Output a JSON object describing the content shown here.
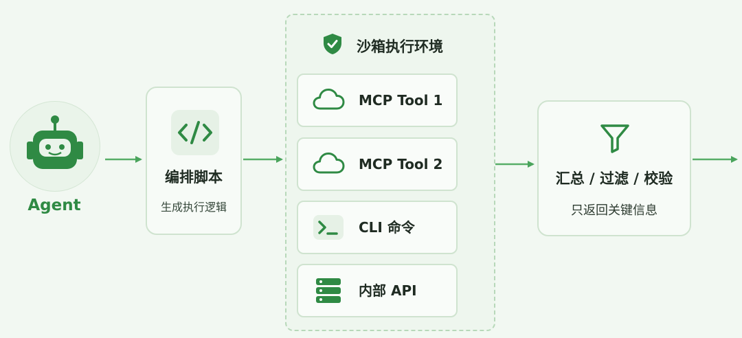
{
  "agent": {
    "label": "Agent",
    "icon": "robot-icon"
  },
  "script": {
    "title": "编排脚本",
    "subtitle": "生成执行逻辑",
    "icon": "code-icon"
  },
  "sandbox": {
    "title": "沙箱执行环境",
    "icon": "shield-check-icon",
    "tools": [
      {
        "label": "MCP Tool 1",
        "icon": "cloud-icon"
      },
      {
        "label": "MCP Tool 2",
        "icon": "cloud-icon"
      },
      {
        "label": "CLI 命令",
        "icon": "terminal-icon"
      },
      {
        "label": "内部 API",
        "icon": "server-icon"
      }
    ]
  },
  "aggregate": {
    "title": "汇总 / 过滤 / 校验",
    "subtitle": "只返回关键信息",
    "icon": "funnel-icon"
  },
  "colors": {
    "accent": "#2f8a44",
    "line": "#57ad67",
    "border": "#cfe3cf",
    "background": "#f2f8f2"
  }
}
